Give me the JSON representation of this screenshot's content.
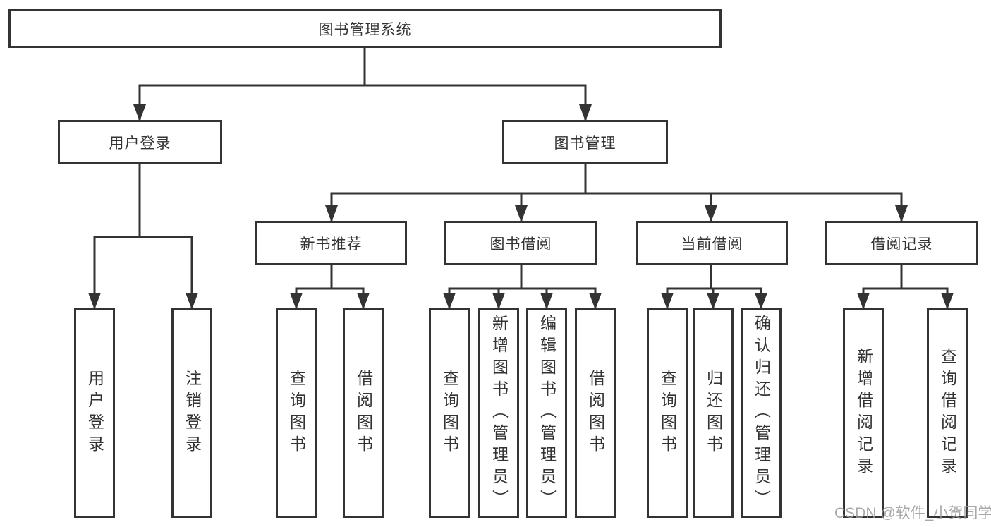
{
  "diagram": {
    "root": "图书管理系统",
    "level2": [
      "用户登录",
      "图书管理"
    ],
    "level3": [
      "新书推荐",
      "图书借阅",
      "当前借阅",
      "借阅记录"
    ],
    "leaves_user_login": [
      "用户登录",
      "注销登录"
    ],
    "leaves_new_book": [
      "查询图书",
      "借阅图书"
    ],
    "leaves_book_borrow": [
      "查询图书",
      "新增图书（管理员）",
      "编辑图书（管理员）",
      "借阅图书"
    ],
    "leaves_current_borrow": [
      "查询图书",
      "归还图书",
      "确认归还（管理员）"
    ],
    "leaves_borrow_records": [
      "新增借阅记录",
      "查询借阅记录"
    ]
  },
  "watermark": "CSDN @软件_小贺同学",
  "colors": {
    "line": "#333333",
    "text": "#333333",
    "watermark": "#999999",
    "background": "#ffffff"
  }
}
